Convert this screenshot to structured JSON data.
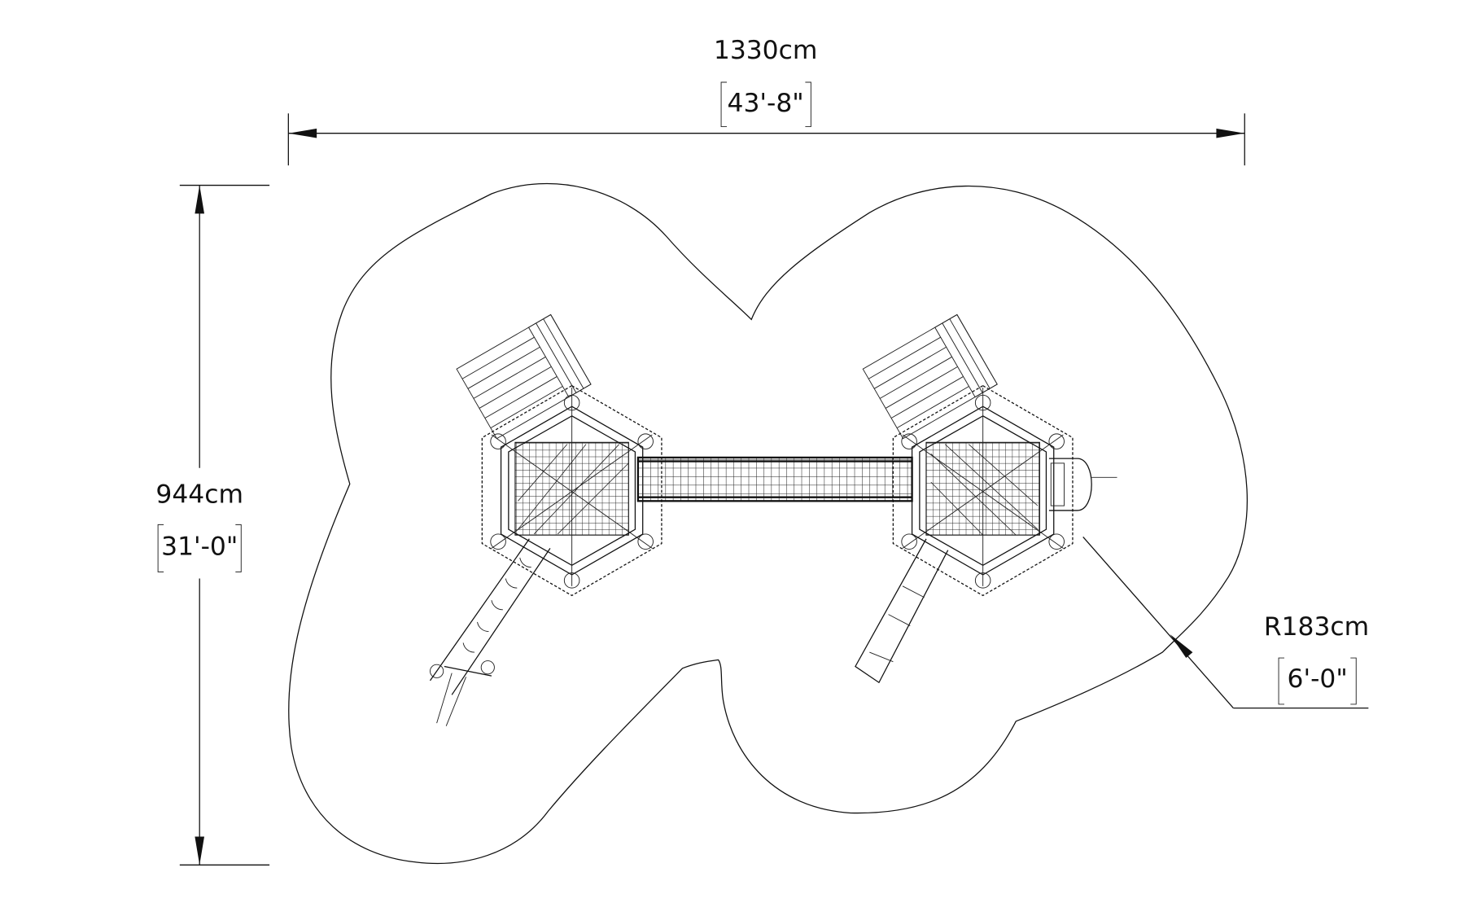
{
  "drawing": {
    "width_dimension": {
      "metric": "1330cm",
      "imperial": "43'-8\""
    },
    "height_dimension": {
      "metric": "944cm",
      "imperial": "31'-0\""
    },
    "radius_dimension": {
      "metric": "R183cm",
      "imperial": "6'-0\""
    }
  },
  "colors": {
    "line": "#111111",
    "background": "#ffffff"
  }
}
